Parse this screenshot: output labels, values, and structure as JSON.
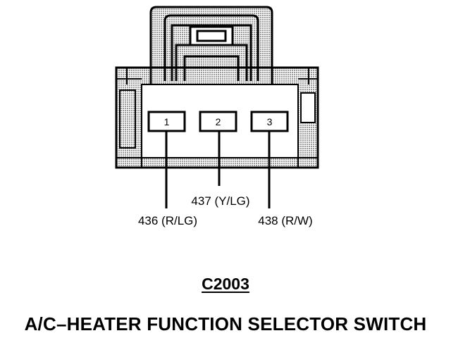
{
  "diagram": {
    "connector_id": "C2003",
    "component_name": "A/C–HEATER FUNCTION SELECTOR SWITCH",
    "pins": [
      {
        "number": "1",
        "circuit": "436 (R/LG)"
      },
      {
        "number": "2",
        "circuit": "437 (Y/LG)"
      },
      {
        "number": "3",
        "circuit": "438 (R/W)"
      }
    ]
  },
  "colors": {
    "ink": "#000000",
    "shading": "#c8c8c8",
    "background": "#ffffff"
  }
}
